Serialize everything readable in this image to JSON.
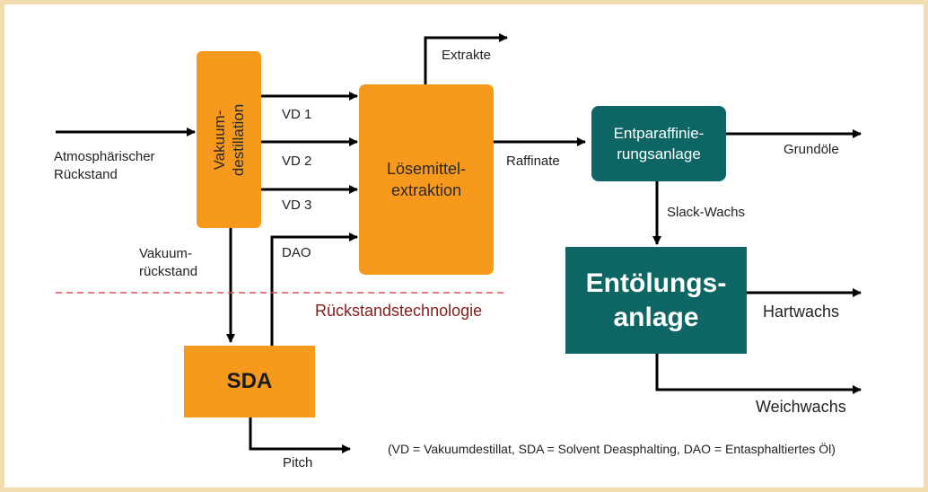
{
  "colors": {
    "process_box": "#f7991c",
    "dewaxing_box": "#0d6664",
    "frame": "#f1ddb0",
    "divider": "#d9534f",
    "divider_label": "#8b1a1a"
  },
  "boxes": {
    "vacuum_distillation": "Vakuum-\ndestillation",
    "solvent_extraction": "Lösemittel-\nextraktion",
    "dewaxing": "Entparaffinie-\nrungsanlage",
    "deoiling": "Entölungs-\nanlage",
    "sda": "SDA"
  },
  "labels": {
    "feed": "Atmosphärischer\nRückstand",
    "vd1": "VD 1",
    "vd2": "VD 2",
    "vd3": "VD 3",
    "dao": "DAO",
    "vacuum_residue": "Vakuum-\nrückstand",
    "extracts": "Extrakte",
    "raffinate": "Raffinate",
    "base_oils": "Grundöle",
    "slack_wax": "Slack-Wachs",
    "hard_wax": "Hartwachs",
    "soft_wax": "Weichwachs",
    "pitch": "Pitch",
    "residue_technology": "Rückstandstechnologie",
    "legend": "(VD = Vakuumdestillat, SDA = Solvent Deasphalting, DAO = Entasphaltiertes Öl)"
  }
}
